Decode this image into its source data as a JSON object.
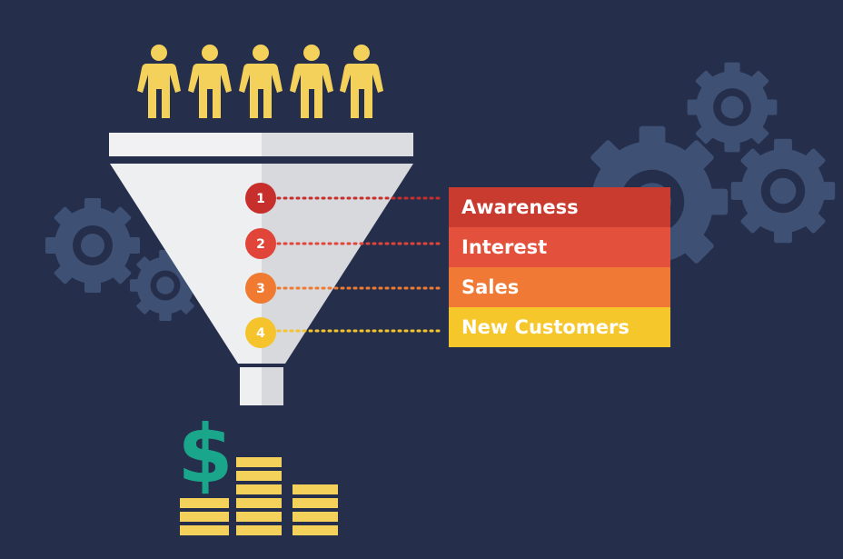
{
  "stages": [
    {
      "number": "1",
      "label": "Awareness",
      "dot_color": "#c62f2c",
      "bar_color": "#c93a2f"
    },
    {
      "number": "2",
      "label": "Interest",
      "dot_color": "#e1453a",
      "bar_color": "#e3503c"
    },
    {
      "number": "3",
      "label": "Sales",
      "dot_color": "#ef7a30",
      "bar_color": "#f07a35"
    },
    {
      "number": "4",
      "label": "New Customers",
      "dot_color": "#f5c42d",
      "bar_color": "#f5c72a"
    }
  ],
  "money_symbol": "$",
  "colors": {
    "background": "#252e4b",
    "people": "#f3d15a",
    "gears": "#3e5175",
    "funnel": "#e6e7ea",
    "dollar": "#1aa68a",
    "coins": "#f3d15a"
  },
  "people_count": 5
}
